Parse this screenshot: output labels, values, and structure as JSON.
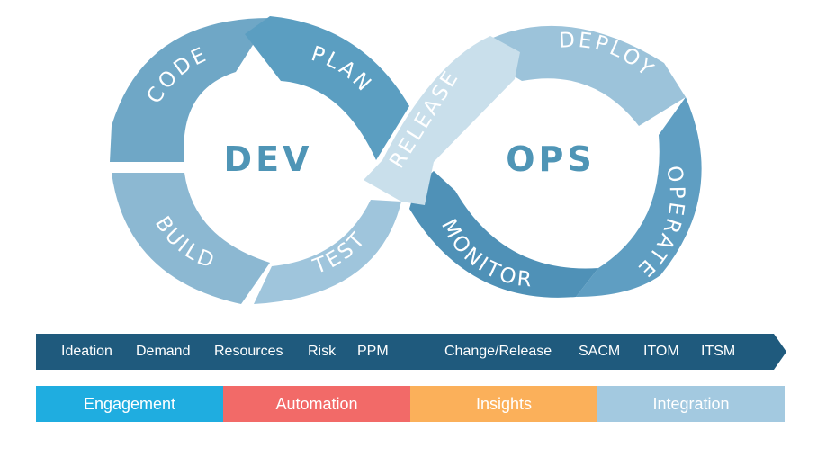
{
  "diagram": {
    "dev_label": "DEV",
    "ops_label": "OPS",
    "segments": {
      "code": "CODE",
      "plan": "PLAN",
      "build": "BUILD",
      "test": "TEST",
      "release": "RELEASE",
      "deploy": "DEPLOY",
      "operate": "OPERATE",
      "monitor": "MONITOR"
    },
    "colors": {
      "code": "#6fa7c6",
      "plan": "#5b9ec1",
      "build": "#8cb8d2",
      "test": "#9fc5dc",
      "release": "#c9dfeb",
      "deploy": "#9cc3da",
      "operate": "#5f9ec2",
      "monitor": "#4f91b7",
      "center_text": "#4f95b6"
    }
  },
  "tool_bar": {
    "color": "#1f5a7d",
    "items": [
      "Ideation",
      "Demand",
      "Resources",
      "Risk",
      "PPM",
      "Change/Release",
      "SACM",
      "ITOM",
      "ITSM"
    ]
  },
  "pillars": [
    {
      "label": "Engagement",
      "color": "#1fade0"
    },
    {
      "label": "Automation",
      "color": "#f26a68"
    },
    {
      "label": "Insights",
      "color": "#fbb05a"
    },
    {
      "label": "Integration",
      "color": "#a3c9e0"
    }
  ]
}
